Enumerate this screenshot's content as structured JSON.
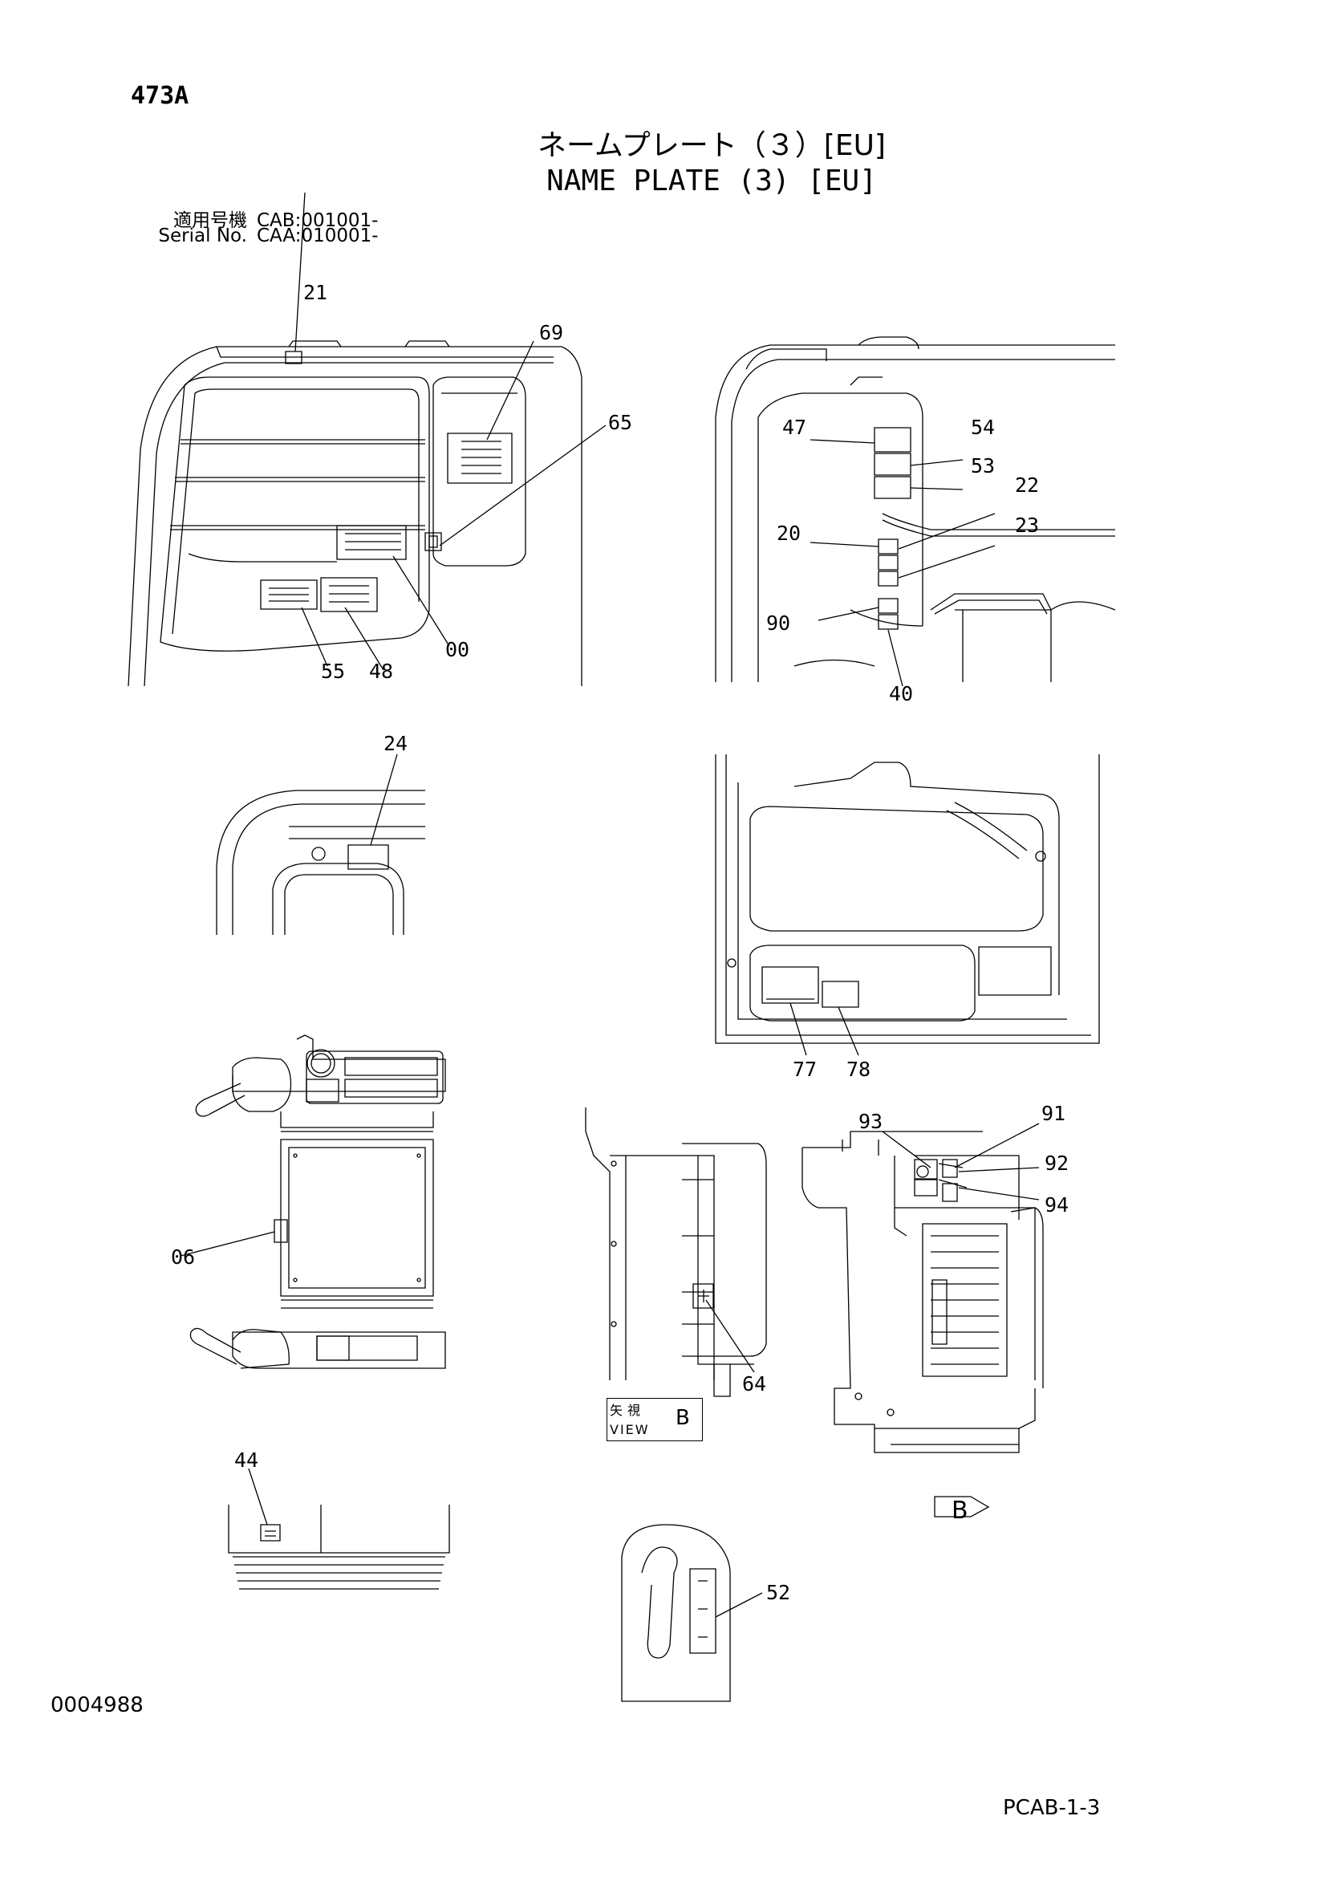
{
  "header": {
    "page_id": "473A",
    "title_jp": "ネームプレート（３）[EU]",
    "title_en": "NAME PLATE (3) [EU]",
    "applicability": [
      {
        "label": "適用号機",
        "value": "CAB:001001-"
      },
      {
        "label": "Serial No.",
        "value": "CAA:010001-"
      }
    ]
  },
  "callouts": {
    "c21": "21",
    "c69": "69",
    "c65": "65",
    "c00": "00",
    "c55": "55",
    "c48": "48",
    "c47": "47",
    "c54": "54",
    "c53": "53",
    "c22": "22",
    "c20": "20",
    "c23": "23",
    "c90": "90",
    "c40": "40",
    "c24": "24",
    "c77": "77",
    "c78": "78",
    "c06": "06",
    "c93": "93",
    "c91": "91",
    "c92": "92",
    "c94": "94",
    "c64": "64",
    "c44": "44",
    "c52": "52"
  },
  "view_label": {
    "jp": "矢視",
    "en": "VIEW",
    "letter": "B"
  },
  "arrow_letter": "B",
  "footer": {
    "doc_id": "0004988",
    "page_ref": "PCAB-1-3"
  }
}
